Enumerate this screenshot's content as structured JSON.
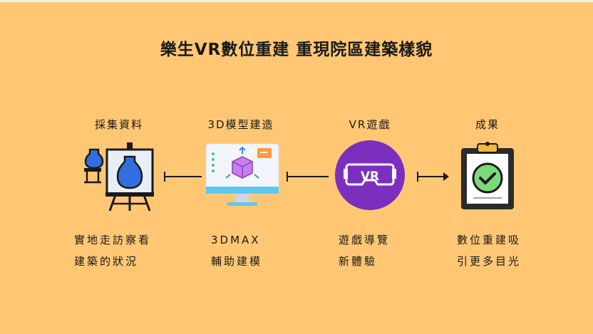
{
  "title": "樂生VR數位重建 重現院區建築樣貌",
  "steps": [
    {
      "label": "採集資料",
      "desc_line1": "實地走訪察看",
      "desc_line2": "建築的狀況",
      "icon": "easel-vase-icon"
    },
    {
      "label": "3D模型建造",
      "desc_line1": "3DMAX",
      "desc_line2": "輔助建模",
      "icon": "monitor-3d-cube-icon"
    },
    {
      "label": "VR遊戲",
      "desc_line1": "遊戲導覽",
      "desc_line2": "新體驗",
      "icon": "vr-headset-icon",
      "icon_text": "VR"
    },
    {
      "label": "成果",
      "desc_line1": "數位重建吸",
      "desc_line2": "引更多目光",
      "icon": "clipboard-check-icon"
    }
  ],
  "colors": {
    "background": "#FFC774",
    "vase_blue": "#2F6FE0",
    "vr_purple": "#7B2FBE",
    "check_green": "#7DD87A"
  }
}
